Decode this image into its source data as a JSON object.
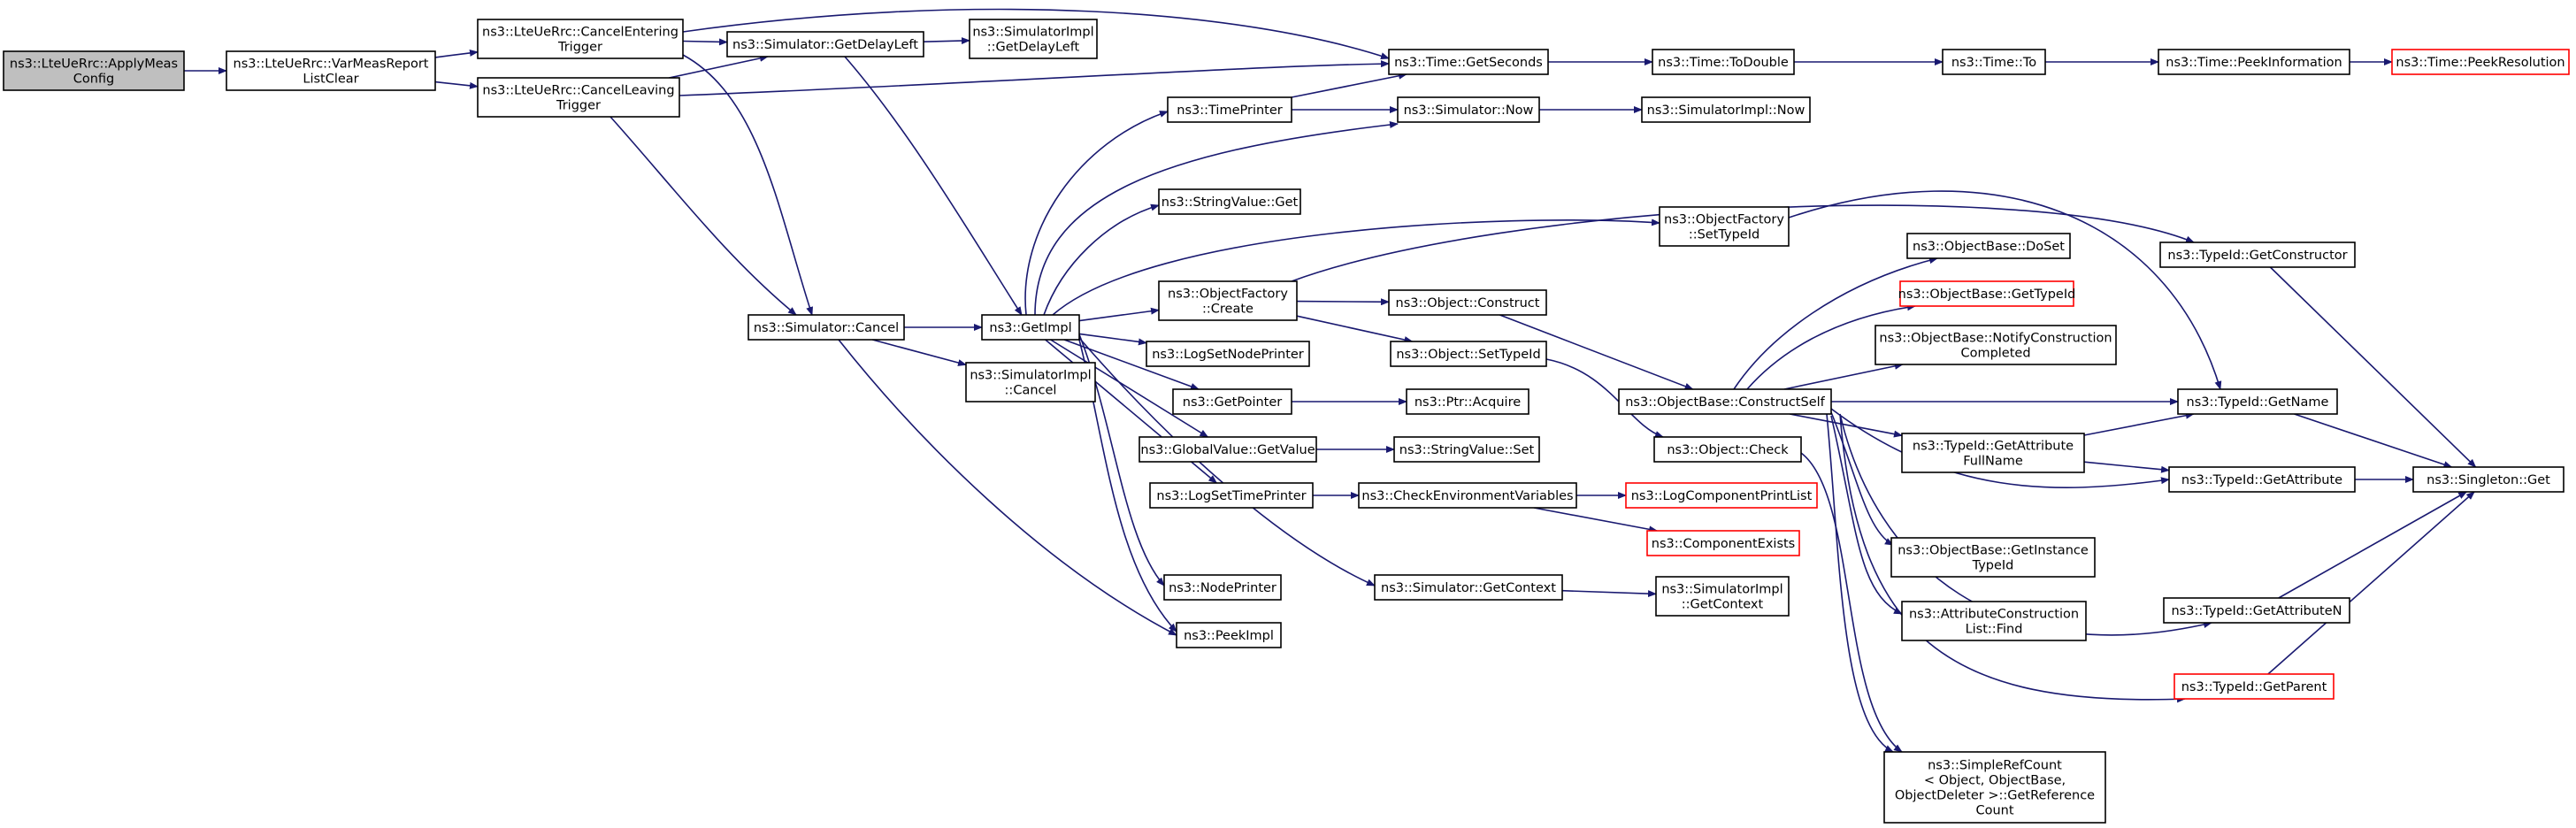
{
  "colors": {
    "edge": "#191970",
    "node_border": "#000000",
    "node_border_missing": "#ff0000",
    "node_fill": "#ffffff",
    "root_fill": "#bfbfbf"
  },
  "nodes": [
    {
      "id": "n0",
      "lines": [
        "ns3::LteUeRrc::ApplyMeas",
        "Config"
      ],
      "style": "root"
    },
    {
      "id": "n1",
      "lines": [
        "ns3::LteUeRrc::VarMeasReport",
        "ListClear"
      ],
      "style": "normal"
    },
    {
      "id": "n2",
      "lines": [
        "ns3::LteUeRrc::CancelEntering",
        "Trigger"
      ],
      "style": "normal"
    },
    {
      "id": "n3",
      "lines": [
        "ns3::LteUeRrc::CancelLeaving",
        "Trigger"
      ],
      "style": "normal"
    },
    {
      "id": "n4",
      "lines": [
        "ns3::Simulator::GetDelayLeft"
      ],
      "style": "normal"
    },
    {
      "id": "n5",
      "lines": [
        "ns3::SimulatorImpl",
        "::GetDelayLeft"
      ],
      "style": "normal"
    },
    {
      "id": "n6",
      "lines": [
        "ns3::Time::GetSeconds"
      ],
      "style": "normal"
    },
    {
      "id": "n7",
      "lines": [
        "ns3::Time::ToDouble"
      ],
      "style": "normal"
    },
    {
      "id": "n8",
      "lines": [
        "ns3::Time::To"
      ],
      "style": "normal"
    },
    {
      "id": "n9",
      "lines": [
        "ns3::Time::PeekInformation"
      ],
      "style": "normal"
    },
    {
      "id": "n10",
      "lines": [
        "ns3::Time::PeekResolution"
      ],
      "style": "missing"
    },
    {
      "id": "n11",
      "lines": [
        "ns3::TimePrinter"
      ],
      "style": "normal"
    },
    {
      "id": "n12",
      "lines": [
        "ns3::Simulator::Now"
      ],
      "style": "normal"
    },
    {
      "id": "n13",
      "lines": [
        "ns3::SimulatorImpl::Now"
      ],
      "style": "normal"
    },
    {
      "id": "n14",
      "lines": [
        "ns3::StringValue::Get"
      ],
      "style": "normal"
    },
    {
      "id": "n15",
      "lines": [
        "ns3::ObjectFactory",
        "::SetTypeId"
      ],
      "style": "normal"
    },
    {
      "id": "n16",
      "lines": [
        "ns3::ObjectBase::DoSet"
      ],
      "style": "normal"
    },
    {
      "id": "n17",
      "lines": [
        "ns3::TypeId::GetConstructor"
      ],
      "style": "normal"
    },
    {
      "id": "n18",
      "lines": [
        "ns3::ObjectBase::GetTypeId"
      ],
      "style": "missing"
    },
    {
      "id": "n19",
      "lines": [
        "ns3::Simulator::Cancel"
      ],
      "style": "normal"
    },
    {
      "id": "n20",
      "lines": [
        "ns3::GetImpl"
      ],
      "style": "normal"
    },
    {
      "id": "n21",
      "lines": [
        "ns3::ObjectFactory",
        "::Create"
      ],
      "style": "normal"
    },
    {
      "id": "n22",
      "lines": [
        "ns3::Object::Construct"
      ],
      "style": "normal"
    },
    {
      "id": "n23",
      "lines": [
        "ns3::ObjectBase::NotifyConstruction",
        "Completed"
      ],
      "style": "normal"
    },
    {
      "id": "n24",
      "lines": [
        "ns3::LogSetNodePrinter"
      ],
      "style": "normal"
    },
    {
      "id": "n25",
      "lines": [
        "ns3::Object::SetTypeId"
      ],
      "style": "normal"
    },
    {
      "id": "n26",
      "lines": [
        "ns3::SimulatorImpl",
        "::Cancel"
      ],
      "style": "normal"
    },
    {
      "id": "n27",
      "lines": [
        "ns3::GetPointer"
      ],
      "style": "normal"
    },
    {
      "id": "n28",
      "lines": [
        "ns3::Ptr::Acquire"
      ],
      "style": "normal"
    },
    {
      "id": "n29",
      "lines": [
        "ns3::ObjectBase::ConstructSelf"
      ],
      "style": "normal"
    },
    {
      "id": "n30",
      "lines": [
        "ns3::TypeId::GetName"
      ],
      "style": "normal"
    },
    {
      "id": "n31",
      "lines": [
        "ns3::GlobalValue::GetValue"
      ],
      "style": "normal"
    },
    {
      "id": "n32",
      "lines": [
        "ns3::StringValue::Set"
      ],
      "style": "normal"
    },
    {
      "id": "n33",
      "lines": [
        "ns3::Object::Check"
      ],
      "style": "normal"
    },
    {
      "id": "n34",
      "lines": [
        "ns3::TypeId::GetAttribute",
        "FullName"
      ],
      "style": "normal"
    },
    {
      "id": "n35",
      "lines": [
        "ns3::TypeId::GetAttribute"
      ],
      "style": "normal"
    },
    {
      "id": "n36",
      "lines": [
        "ns3::Singleton::Get"
      ],
      "style": "normal"
    },
    {
      "id": "n37",
      "lines": [
        "ns3::LogSetTimePrinter"
      ],
      "style": "normal"
    },
    {
      "id": "n38",
      "lines": [
        "ns3::CheckEnvironmentVariables"
      ],
      "style": "normal"
    },
    {
      "id": "n39",
      "lines": [
        "ns3::LogComponentPrintList"
      ],
      "style": "missing"
    },
    {
      "id": "n40",
      "lines": [
        "ns3::ComponentExists"
      ],
      "style": "missing"
    },
    {
      "id": "n41",
      "lines": [
        "ns3::ObjectBase::GetInstance",
        "TypeId"
      ],
      "style": "normal"
    },
    {
      "id": "n42",
      "lines": [
        "ns3::NodePrinter"
      ],
      "style": "normal"
    },
    {
      "id": "n43",
      "lines": [
        "ns3::Simulator::GetContext"
      ],
      "style": "normal"
    },
    {
      "id": "n44",
      "lines": [
        "ns3::SimulatorImpl",
        "::GetContext"
      ],
      "style": "normal"
    },
    {
      "id": "n45",
      "lines": [
        "ns3::TypeId::GetAttributeN"
      ],
      "style": "normal"
    },
    {
      "id": "n46",
      "lines": [
        "ns3::AttributeConstruction",
        "List::Find"
      ],
      "style": "normal"
    },
    {
      "id": "n47",
      "lines": [
        "ns3::PeekImpl"
      ],
      "style": "normal"
    },
    {
      "id": "n48",
      "lines": [
        "ns3::TypeId::GetParent"
      ],
      "style": "missing"
    },
    {
      "id": "n49",
      "lines": [
        "ns3::SimpleRefCount",
        "< Object, ObjectBase,",
        " ObjectDeleter >::GetReference",
        "Count"
      ],
      "style": "normal"
    }
  ],
  "edges": [
    [
      "n0",
      "n1"
    ],
    [
      "n1",
      "n2"
    ],
    [
      "n1",
      "n3"
    ],
    [
      "n2",
      "n4"
    ],
    [
      "n2",
      "n6"
    ],
    [
      "n2",
      "n19"
    ],
    [
      "n3",
      "n4"
    ],
    [
      "n3",
      "n6"
    ],
    [
      "n3",
      "n19"
    ],
    [
      "n4",
      "n5"
    ],
    [
      "n4",
      "n20"
    ],
    [
      "n6",
      "n7"
    ],
    [
      "n7",
      "n8"
    ],
    [
      "n8",
      "n9"
    ],
    [
      "n9",
      "n10"
    ],
    [
      "n11",
      "n6"
    ],
    [
      "n11",
      "n12"
    ],
    [
      "n12",
      "n13"
    ],
    [
      "n19",
      "n20"
    ],
    [
      "n19",
      "n26"
    ],
    [
      "n19",
      "n47"
    ],
    [
      "n20",
      "n11"
    ],
    [
      "n20",
      "n12"
    ],
    [
      "n20",
      "n14"
    ],
    [
      "n20",
      "n15"
    ],
    [
      "n20",
      "n21"
    ],
    [
      "n20",
      "n24"
    ],
    [
      "n20",
      "n27"
    ],
    [
      "n20",
      "n31"
    ],
    [
      "n20",
      "n37"
    ],
    [
      "n20",
      "n42"
    ],
    [
      "n20",
      "n43"
    ],
    [
      "n20",
      "n47"
    ],
    [
      "n15",
      "n30"
    ],
    [
      "n21",
      "n17"
    ],
    [
      "n21",
      "n22"
    ],
    [
      "n21",
      "n25"
    ],
    [
      "n22",
      "n29"
    ],
    [
      "n25",
      "n33"
    ],
    [
      "n33",
      "n49"
    ],
    [
      "n27",
      "n28"
    ],
    [
      "n31",
      "n32"
    ],
    [
      "n37",
      "n38"
    ],
    [
      "n38",
      "n39"
    ],
    [
      "n38",
      "n40"
    ],
    [
      "n43",
      "n44"
    ],
    [
      "n29",
      "n16"
    ],
    [
      "n29",
      "n18"
    ],
    [
      "n29",
      "n23"
    ],
    [
      "n29",
      "n30"
    ],
    [
      "n29",
      "n34"
    ],
    [
      "n29",
      "n35"
    ],
    [
      "n29",
      "n41"
    ],
    [
      "n29",
      "n45"
    ],
    [
      "n29",
      "n46"
    ],
    [
      "n29",
      "n48"
    ],
    [
      "n29",
      "n49"
    ],
    [
      "n34",
      "n30"
    ],
    [
      "n34",
      "n35"
    ],
    [
      "n17",
      "n36"
    ],
    [
      "n30",
      "n36"
    ],
    [
      "n35",
      "n36"
    ],
    [
      "n45",
      "n36"
    ],
    [
      "n48",
      "n36"
    ]
  ]
}
